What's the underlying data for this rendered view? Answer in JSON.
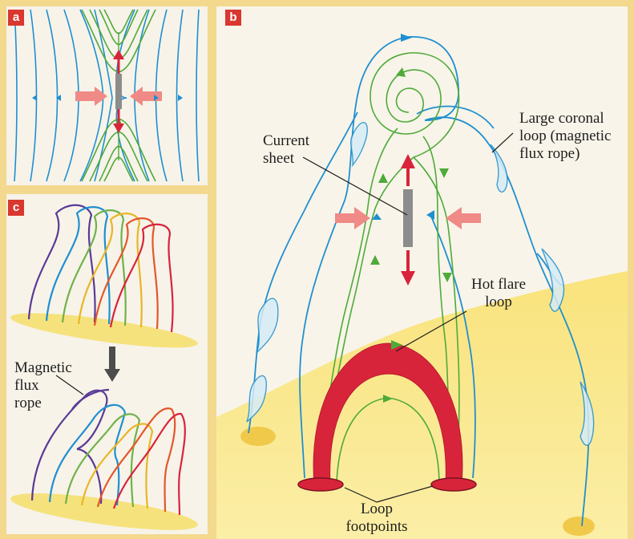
{
  "panels": {
    "a": "a",
    "b": "b",
    "c": "c"
  },
  "labels": {
    "current_sheet": [
      "Current",
      "sheet"
    ],
    "large_coronal_loop": [
      "Large coronal",
      "loop (magnetic",
      "flux rope)"
    ],
    "hot_flare_loop": [
      "Hot flare",
      "loop"
    ],
    "loop_footpoints": [
      "Loop",
      "footpoints"
    ],
    "magnetic_flux_rope": [
      "Magnetic",
      "flux",
      "rope"
    ]
  },
  "colors": {
    "field_blue": "#1f8fd0",
    "field_green": "#4faa3a",
    "flare_red": "#d8243a",
    "arrow_pink": "#ef8a86",
    "sheet_gray": "#8c8c8c",
    "background": "#f3d98e",
    "panel_bg": "#f7f3e9",
    "sun_yellow": "#f8e27a"
  },
  "rope_colors": [
    "#5a3a96",
    "#1f8fd0",
    "#6fb24a",
    "#e9b526",
    "#e3572b",
    "#d8243a"
  ]
}
